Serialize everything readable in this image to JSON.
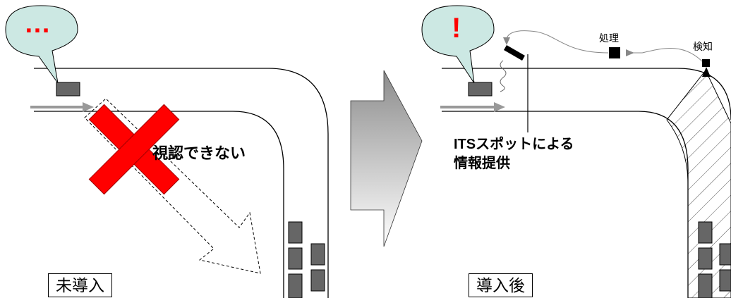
{
  "left_panel": {
    "bubble_text": "…",
    "obstruction_label": "視認できない",
    "mode_label": "未導入"
  },
  "right_panel": {
    "bubble_text": "!",
    "processing_label": "処理",
    "detection_label": "検知",
    "service_label_line1": "ITSスポットによる",
    "service_label_line2": "情報提供",
    "mode_label": "導入後"
  },
  "colors": {
    "bubble_fill": "#cce8e3",
    "car_fill": "#666666",
    "cross_fill": "#ff0000",
    "alert_text": "#ff0000",
    "arrow_gray": "#999999"
  }
}
